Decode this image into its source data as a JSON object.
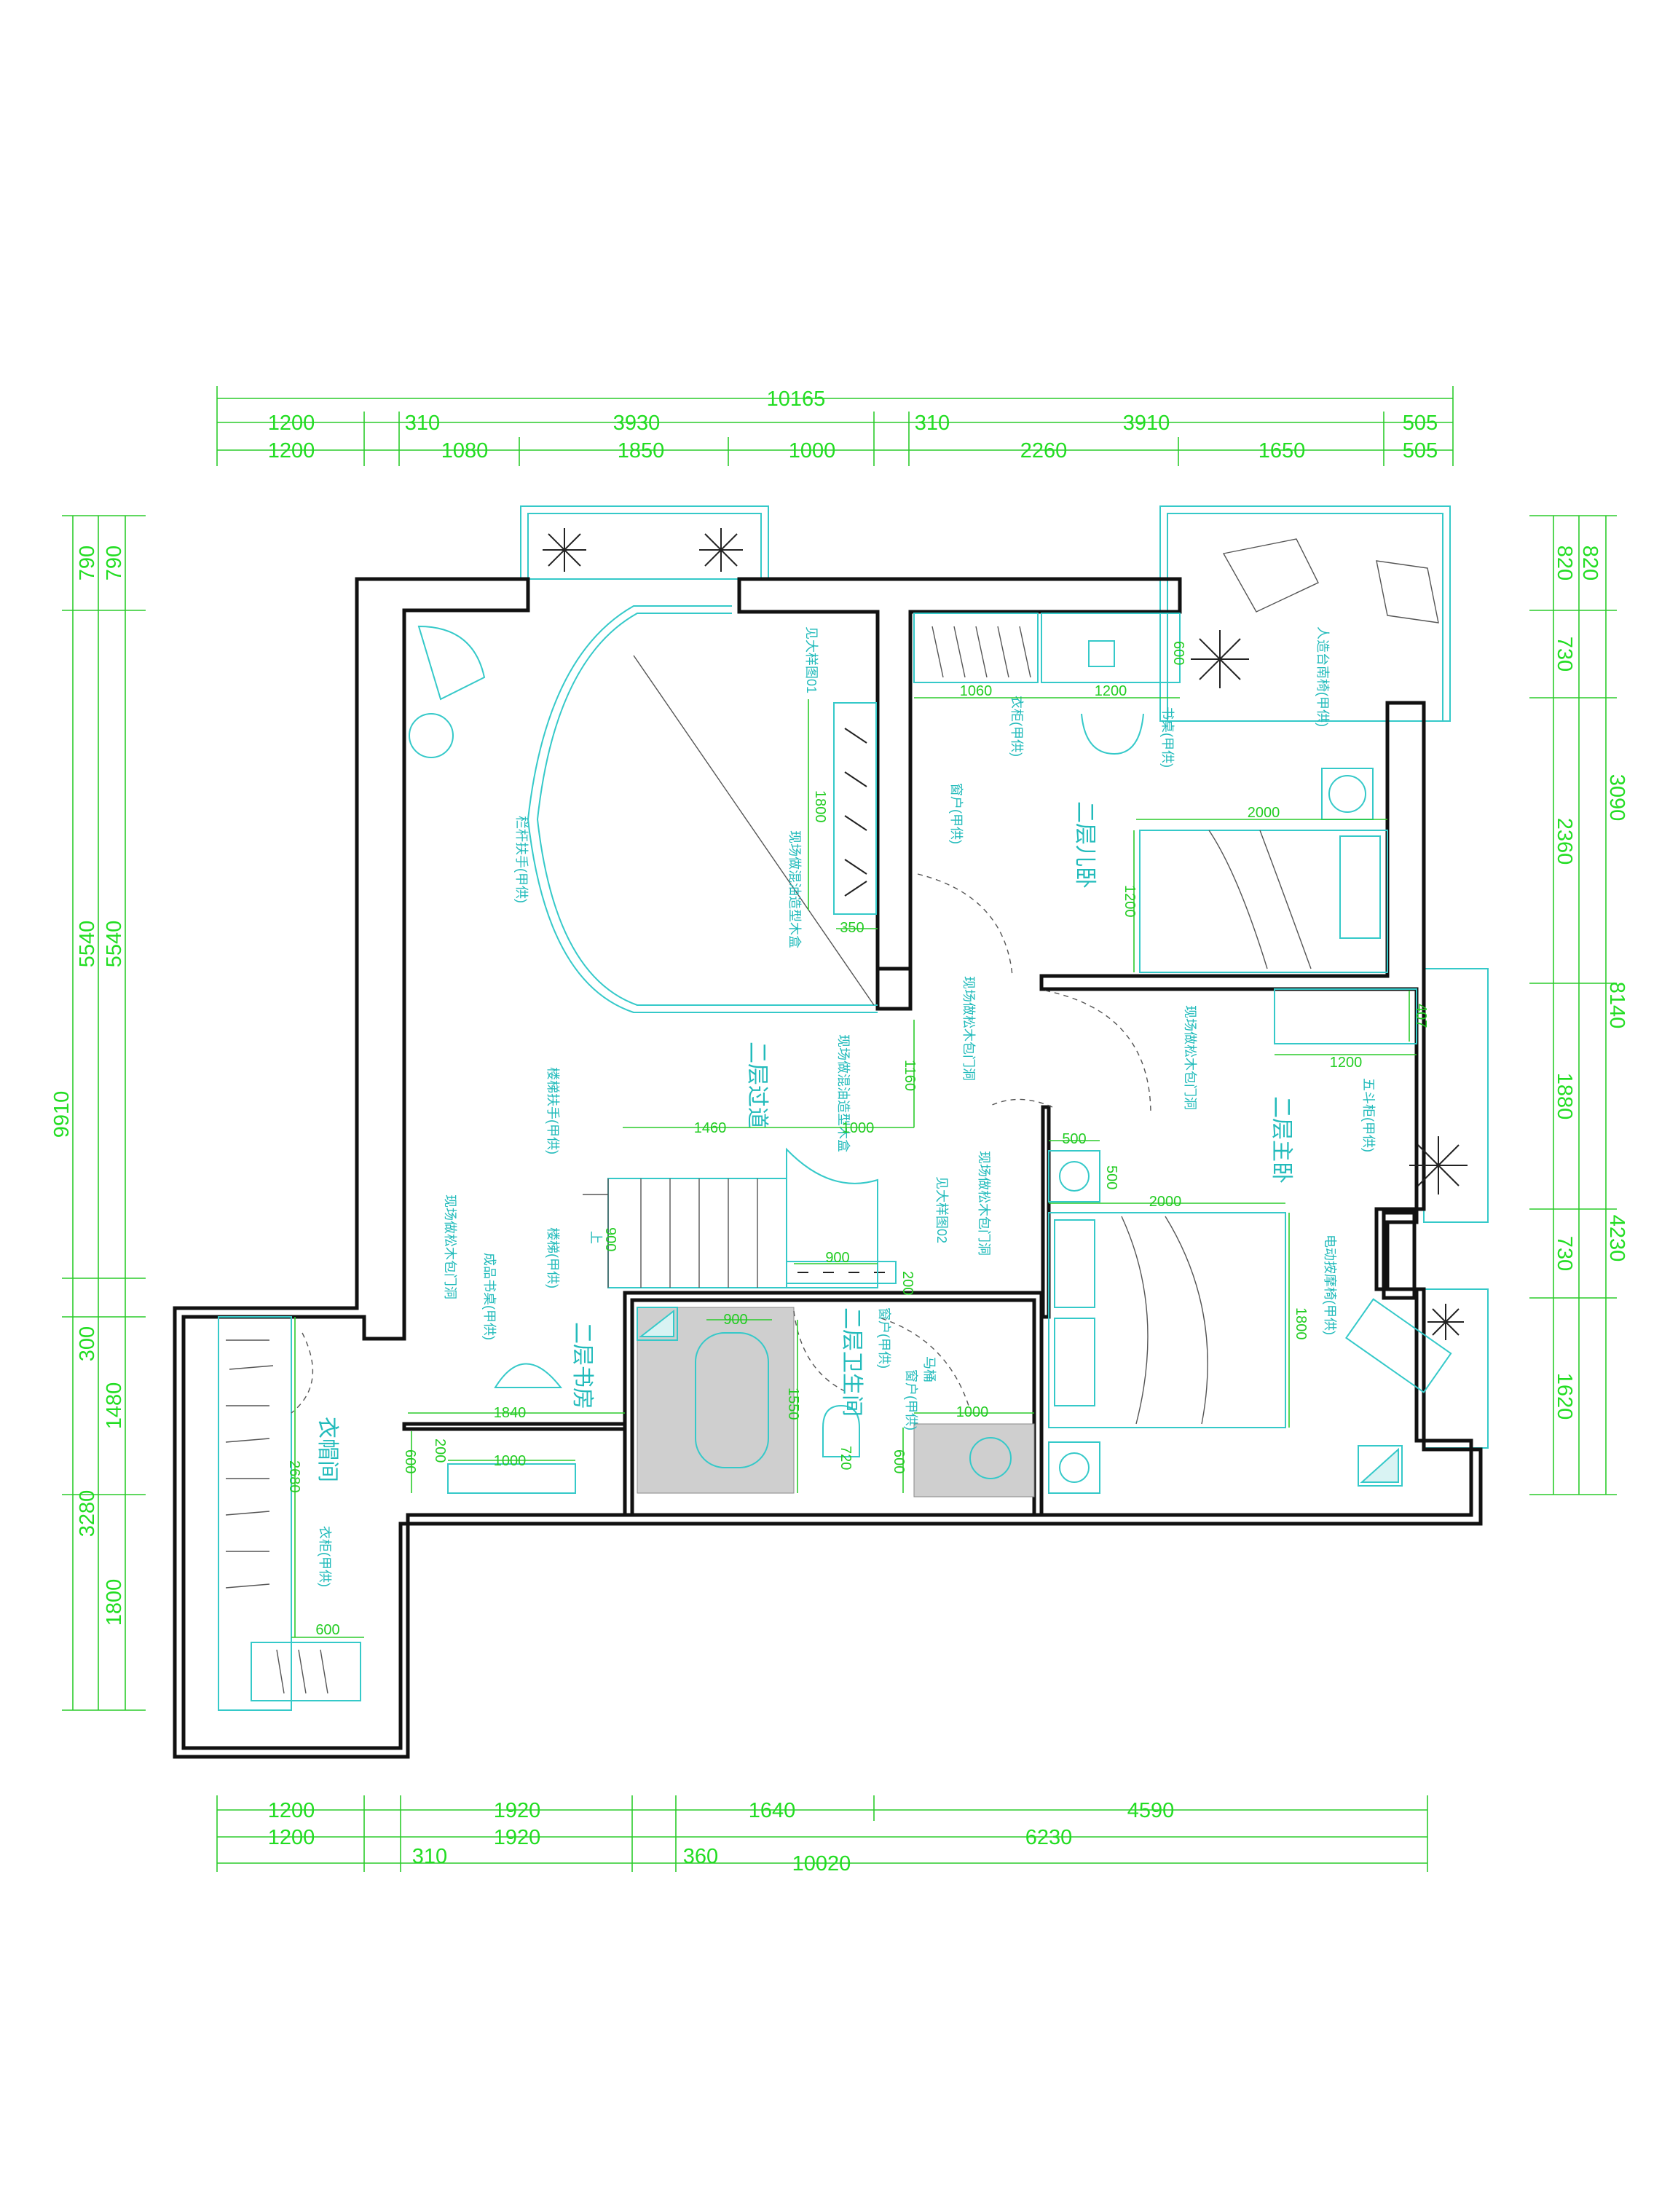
{
  "dimensions": {
    "top_row1": [
      "10165"
    ],
    "top_row2": [
      "1200",
      "310",
      "3930",
      "310",
      "3910",
      "505"
    ],
    "top_row3": [
      "1200",
      "1080",
      "1850",
      "1000",
      "2260",
      "1650",
      "505"
    ],
    "bottom_row1": [
      "1200",
      "1920",
      "1640",
      "4590"
    ],
    "bottom_row2": [
      "1200",
      "1920",
      "6230"
    ],
    "bottom_row3": [
      "310",
      "360",
      "10020"
    ],
    "left_outer": [
      "790",
      "5540",
      "300",
      "1480",
      "1800"
    ],
    "left_inner": [
      "790",
      "5540",
      "9910",
      "3280"
    ],
    "right_inner": [
      "820",
      "730",
      "3090",
      "1880",
      "730",
      "1620"
    ],
    "right_outer": [
      "820",
      "2360",
      "8140",
      "4230"
    ]
  },
  "rooms": {
    "child_bedroom": "二层儿卧",
    "corridor": "二层过道",
    "master_bedroom": "二层主卧",
    "bathroom": "二层卫生间",
    "study": "二层书房",
    "cloakroom": "衣帽间"
  },
  "labels": {
    "railing": "栏杆扶手(甲供)",
    "see_detail_01": "见大样图01",
    "planter_box": "现场做混油造型木盒",
    "window_1": "窗户(甲供)",
    "wardrobe_child": "衣柜(甲供)",
    "desk_child": "书桌(甲供)",
    "rattan_chair": "人造台南椅(甲供)",
    "door_cover_1": "现场做松木包门洞",
    "planter_box_2": "现场做混油造型木盒",
    "door_cover_2": "现场做松木包门洞",
    "chest": "五斗柜(甲供)",
    "stair_rail": "楼梯扶手(甲供)",
    "see_detail_02": "见大样图02",
    "door_cover_3": "现场做松木包门洞",
    "door_cover_study": "现场做松木包门洞",
    "desk_study": "成品书桌(甲供)",
    "stairs": "楼梯(甲供)",
    "up": "上",
    "window_2": "窗户(甲供)",
    "toilet": "马桶",
    "window_3": "窗户(甲供)",
    "massage_chair": "电动按摩椅(甲供)",
    "wardrobe_cloak": "衣柜(甲供)"
  },
  "inner_dims": {
    "d600_a": "600",
    "d1060": "1060",
    "d1200_a": "1200",
    "d1800_a": "1800",
    "d2000_a": "2000",
    "d1200_b": "1200",
    "d350": "350",
    "d1160": "1160",
    "d407": "407",
    "d1200_c": "1200",
    "d1460": "1460",
    "d1000_a": "1000",
    "d500_a": "500",
    "d500_b": "500",
    "d2000_b": "2000",
    "d900_a": "900",
    "d900_b": "900",
    "d200_a": "200",
    "d1800_b": "1800",
    "d900_c": "900",
    "d1550": "1550",
    "d720": "720",
    "d1000_b": "1000",
    "d1840": "1840",
    "d200_b": "200",
    "d1000_c": "1000",
    "d600_b": "600",
    "d600_c": "600",
    "d2680": "2680",
    "d600_d": "600"
  }
}
